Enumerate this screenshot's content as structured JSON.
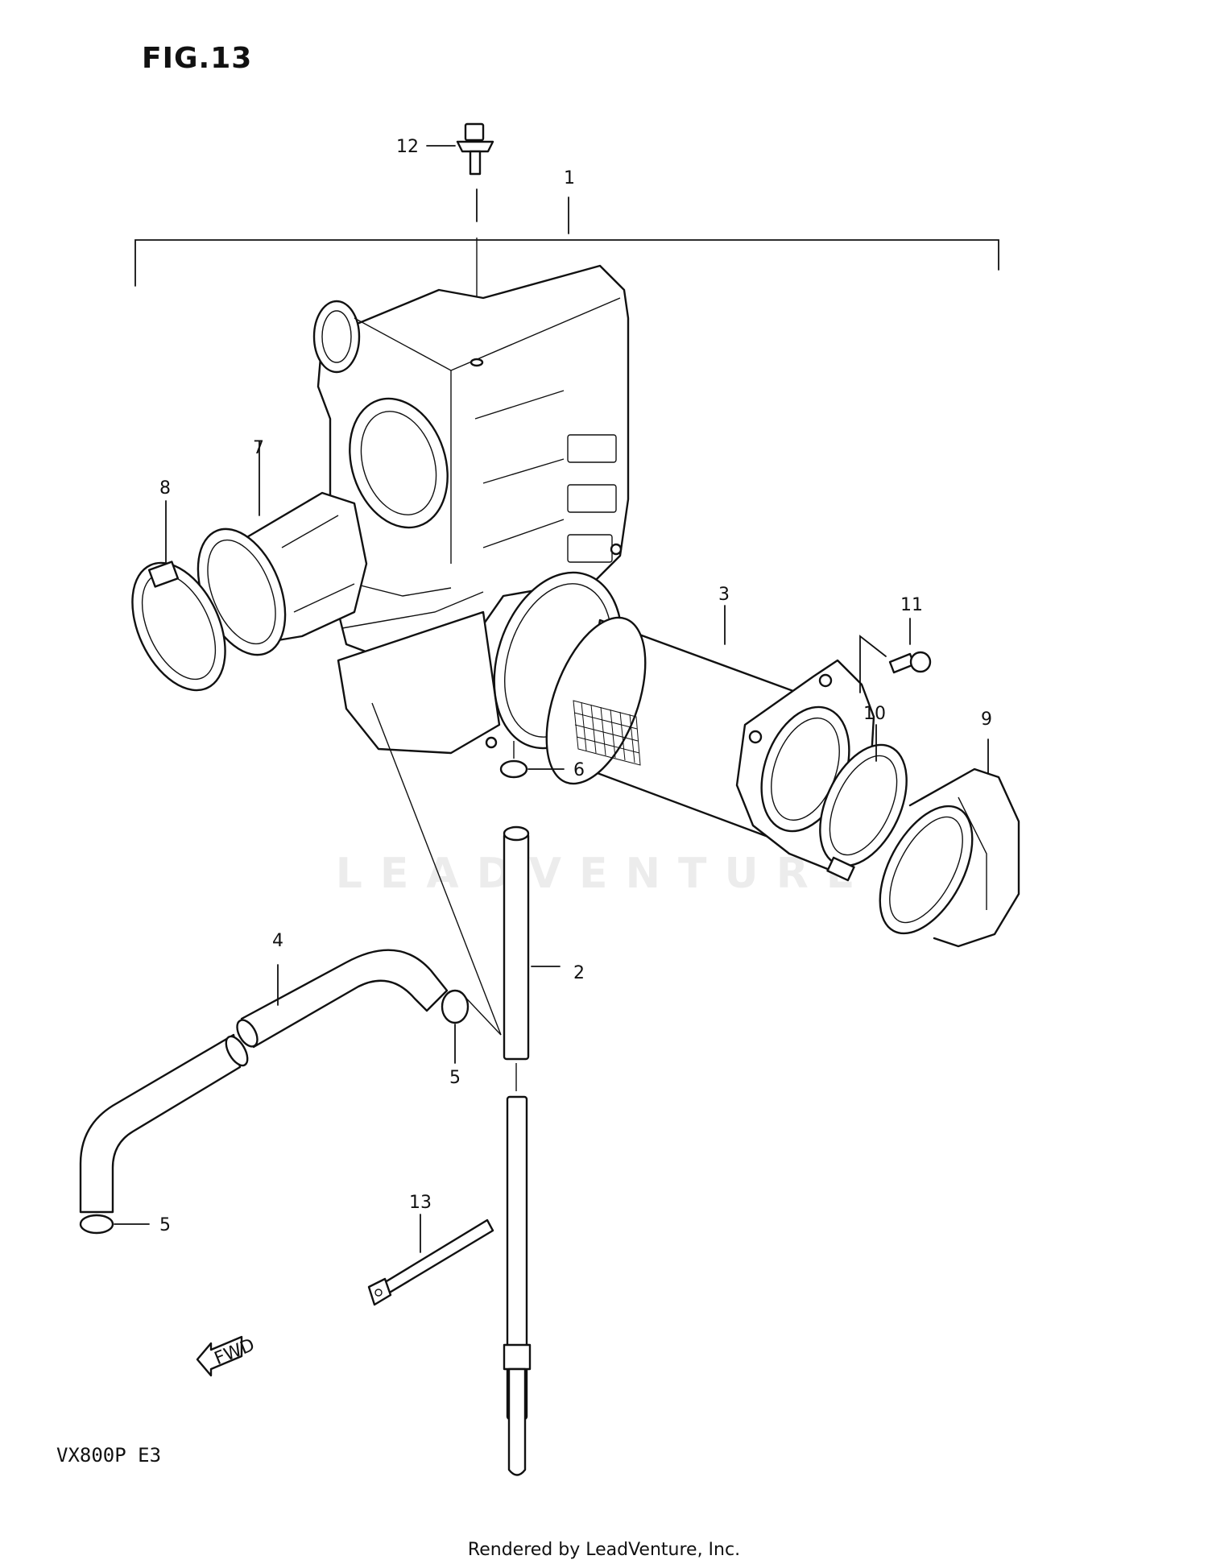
{
  "figure_title": "FIG.13",
  "model_code": "VX800P  E3",
  "footer_text": "Rendered by LeadVenture, Inc.",
  "watermark_text": "LEADVENTURE",
  "fwd_label": "FWD",
  "callouts": {
    "c1": "1",
    "c2": "2",
    "c3": "3",
    "c4": "4",
    "c5a": "5",
    "c5b": "5",
    "c6": "6",
    "c7": "7",
    "c8": "8",
    "c9": "9",
    "c10": "10",
    "c11": "11",
    "c12": "12",
    "c13": "13"
  }
}
